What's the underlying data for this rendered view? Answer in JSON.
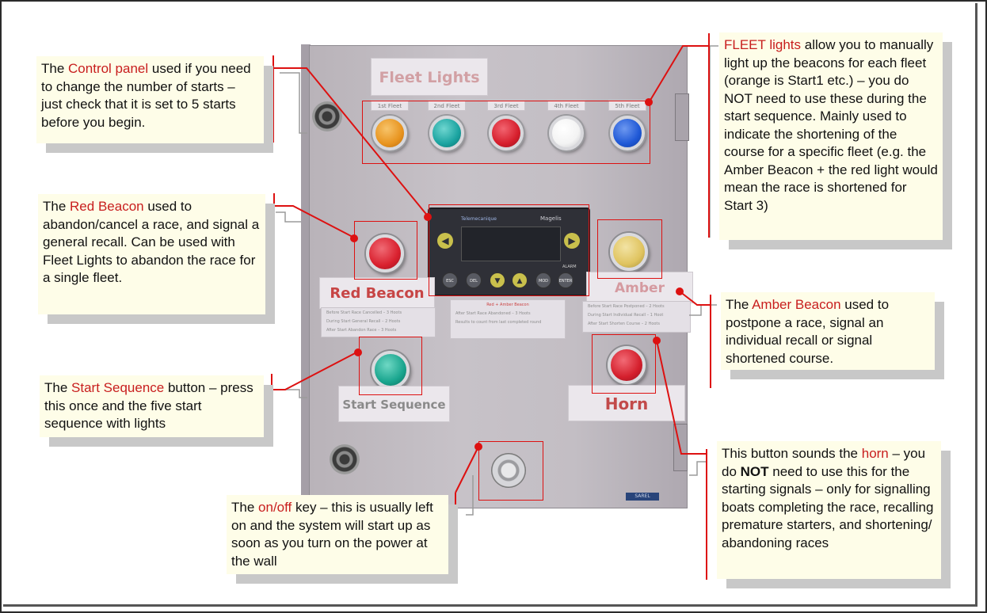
{
  "cabinet": {
    "fleet_lights_label": "Fleet Lights",
    "fleets": [
      {
        "label": "1st Fleet",
        "color": "#e8941f"
      },
      {
        "label": "2nd Fleet",
        "color": "#1aa3a0"
      },
      {
        "label": "3rd Fleet",
        "color": "#d61e2c"
      },
      {
        "label": "4th Fleet",
        "color": "#f3f3f3"
      },
      {
        "label": "5th Fleet",
        "color": "#1f58d6"
      }
    ],
    "panel": {
      "brand": "Telemecanique",
      "model": "Magelis",
      "alarm": "ALARM",
      "keys": {
        "esc": "ESC",
        "del": "DEL",
        "mod": "MOD",
        "enter": "ENTER",
        "up": "▲",
        "down": "▼",
        "left": "◀",
        "right": "▶"
      }
    },
    "red_beacon_label": "Red Beacon",
    "amber_beacon_label": "Amber Beacon",
    "start_sequence_label": "Start Sequence",
    "horn_label": "Horn",
    "sarel": "SAREL",
    "red_card": {
      "rows": [
        "Before Start   Race Cancelled – 3 Hoots",
        "During Start   General Recall – 2 Hoots",
        "After Start   Abandon Race – 3 Hoots"
      ]
    },
    "middle_card": {
      "title": "Red + Amber Beacon",
      "rows": [
        "After Start   Race Abandoned – 3 Hoots",
        "Results to count from last completed round"
      ]
    },
    "amber_card": {
      "rows": [
        "Before Start   Race Postponed – 2 Hoots",
        "During Start   Individual Recall – 1 Hoot",
        "After Start   Shorten Course – 2 Hoots"
      ]
    },
    "colors": {
      "red_button": "#d9202e",
      "amber_button": "#e0c460",
      "start_button": "#19a58e",
      "horn_button": "#d41f2c"
    }
  },
  "callouts": {
    "control_panel": {
      "pre": "The ",
      "hi": "Control panel",
      "post": " used if you need to change the number of starts – just check that it is set to 5 starts before you begin."
    },
    "red_beacon": {
      "pre": "The ",
      "hi": "Red Beacon",
      "post": " used to abandon/cancel a race, and signal a general recall.  Can be used with Fleet Lights to abandon the race for a single fleet."
    },
    "start_sequence": {
      "pre": "The ",
      "hi": "Start Sequence",
      "post": " button – press this once and the five start sequence with lights"
    },
    "on_off": {
      "pre": "The ",
      "hi": "on/off",
      "post": " key – this is usually left on and the system will start up as soon as you turn on the power at the wall"
    },
    "fleet_lights": {
      "hi": "FLEET lights",
      "post": " allow you to manually light up the beacons for each fleet (orange is Start1 etc.) – you do NOT need to use these during the start sequence. Mainly used to indicate the shortening of the course for a specific fleet (e.g. the Amber Beacon + the red light would mean the race is shortened for Start 3)"
    },
    "amber_beacon": {
      "pre": "The ",
      "hi": "Amber Beacon",
      "post": " used to postpone a race, signal an individual recall or signal shortened course."
    },
    "horn": {
      "pre": "This button sounds the ",
      "hi": "horn",
      "mid": " – you do ",
      "bold": "NOT",
      "post": " need to use this for the starting signals – only for signalling boats completing the race, recalling premature starters, and shortening/ abandoning races"
    }
  }
}
